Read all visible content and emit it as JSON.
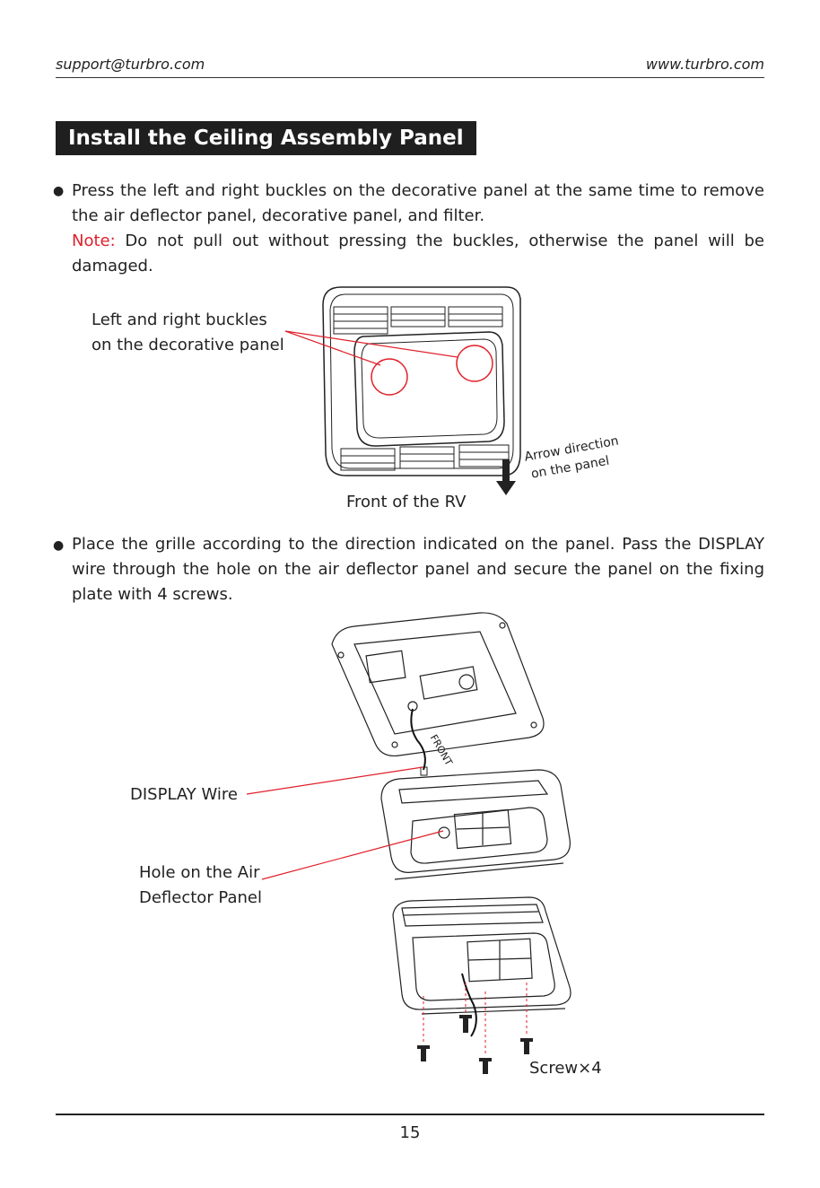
{
  "header": {
    "email": "support@turbro.com",
    "website": "www.turbro.com"
  },
  "section_title": "Install the Ceiling Assembly Panel",
  "step1": {
    "text": "Press the left and right buckles on the decorative panel at the same time to remove the air deflector panel, decorative panel, and filter.",
    "note_label": "Note:",
    "note_text": " Do not pull out without pressing the buckles, otherwise the panel will be damaged."
  },
  "figure1": {
    "label_line1": "Left and right buckles",
    "label_line2": "on the decorative panel",
    "arrow_line1": "Arrow direction",
    "arrow_line2": "on the panel",
    "front_caption": "Front of the RV"
  },
  "step2": {
    "text": "Place the grille according to the direction indicated on the panel. Pass the DISPLAY wire through the hole on the air deflector panel and secure the panel on the fixing plate with 4 screws."
  },
  "figure2": {
    "display_wire": "DISPLAY Wire",
    "hole_line1": "Hole on the Air",
    "hole_line2": "Deflector Panel",
    "screws": "Screw×4",
    "front_mark": "FRONT"
  },
  "footer": {
    "page_number": "15"
  },
  "colors": {
    "accent_red": "#e0202a",
    "title_bg": "#1f1f1f"
  }
}
